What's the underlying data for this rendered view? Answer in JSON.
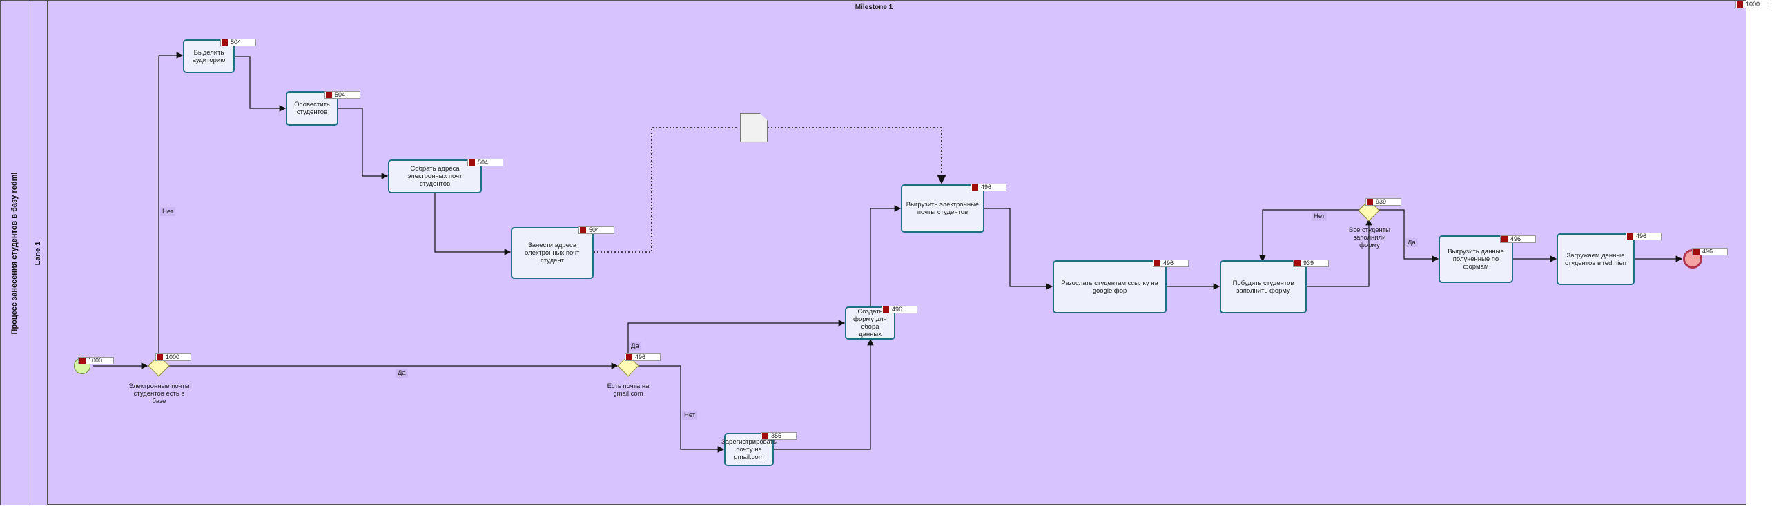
{
  "pool": {
    "title": "Процесс занесения студентов в базу redmi"
  },
  "lane": {
    "title": "Lane 1"
  },
  "milestone": {
    "title": "Milestone 1"
  },
  "pool_badge": "1000",
  "start_event": {
    "badge": "1000"
  },
  "end_event": {
    "badge": "496"
  },
  "tasks": [
    {
      "label": "Выделить аудиторию",
      "badge": "504"
    },
    {
      "label": "Оповестить студентов",
      "badge": "504"
    },
    {
      "label": "Собрать адреса электронных почт студентов",
      "badge": "504"
    },
    {
      "label": "Занести адреса электронных почт студент",
      "badge": "504"
    },
    {
      "label": "Создать форму для сбора данных",
      "badge": "496"
    },
    {
      "label": "Зарегистрировать почту на gmail.com",
      "badge": "355"
    },
    {
      "label": "Выгрузить электронные почты студентов",
      "badge": "496"
    },
    {
      "label": "Разослать студентам ссылку на google фор",
      "badge": "496"
    },
    {
      "label": "Побудить студентов заполнить форму",
      "badge": "939"
    },
    {
      "label": "Выгрузить данные полученные по формам",
      "badge": "496"
    },
    {
      "label": "Загружаем данные студентов в redmien",
      "badge": "496"
    }
  ],
  "gateways": [
    {
      "label": "Электронные почты студентов есть в базе",
      "badge": "1000"
    },
    {
      "label": "Есть почта на gmail.com",
      "badge": "496"
    },
    {
      "label": "Все студенты заполнили форму",
      "badge": "939"
    }
  ],
  "flow_labels": {
    "g1_no": "Нет",
    "g1_yes": "Да",
    "g2_yes": "Да",
    "g2_no": "Нет",
    "g3_no": "Нет",
    "g3_yes": "Да"
  }
}
